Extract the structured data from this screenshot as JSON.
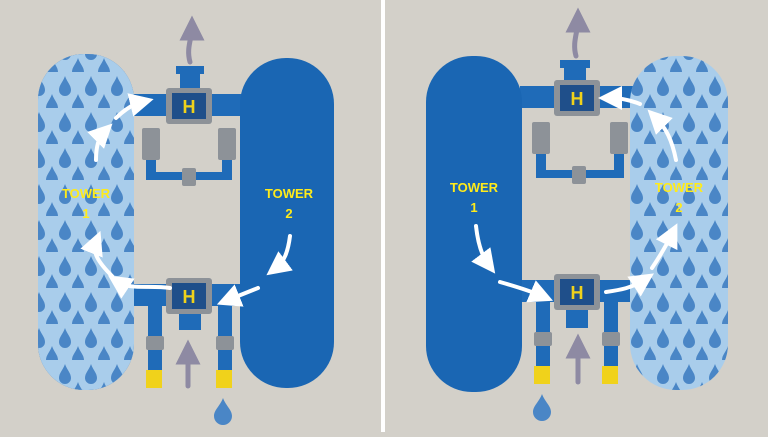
{
  "panels": [
    {
      "tower_left": {
        "label": "TOWER",
        "number": "1",
        "state": "drying"
      },
      "tower_right": {
        "label": "TOWER",
        "number": "2",
        "state": "regenerating"
      }
    },
    {
      "tower_left": {
        "label": "TOWER",
        "number": "1",
        "state": "regenerating"
      },
      "tower_right": {
        "label": "TOWER",
        "number": "2",
        "state": "drying"
      }
    }
  ],
  "colors": {
    "background": "#d3d0c9",
    "divider": "#ffffff",
    "tower_dark": "#1a66b3",
    "tower_light": "#a9cdeb",
    "droplet": "#4a86c6",
    "pipe": "#1f6bb8",
    "valve": "#8d9298",
    "label_text": "#ffeb1a",
    "flow_arrow": "#ffffff",
    "gray_arrow": "#8e8aa3",
    "indicator": "#f0d21b"
  },
  "icons": [
    "water-droplet-icon",
    "flow-arrow-icon",
    "valve-icon",
    "gauge-icon"
  ]
}
